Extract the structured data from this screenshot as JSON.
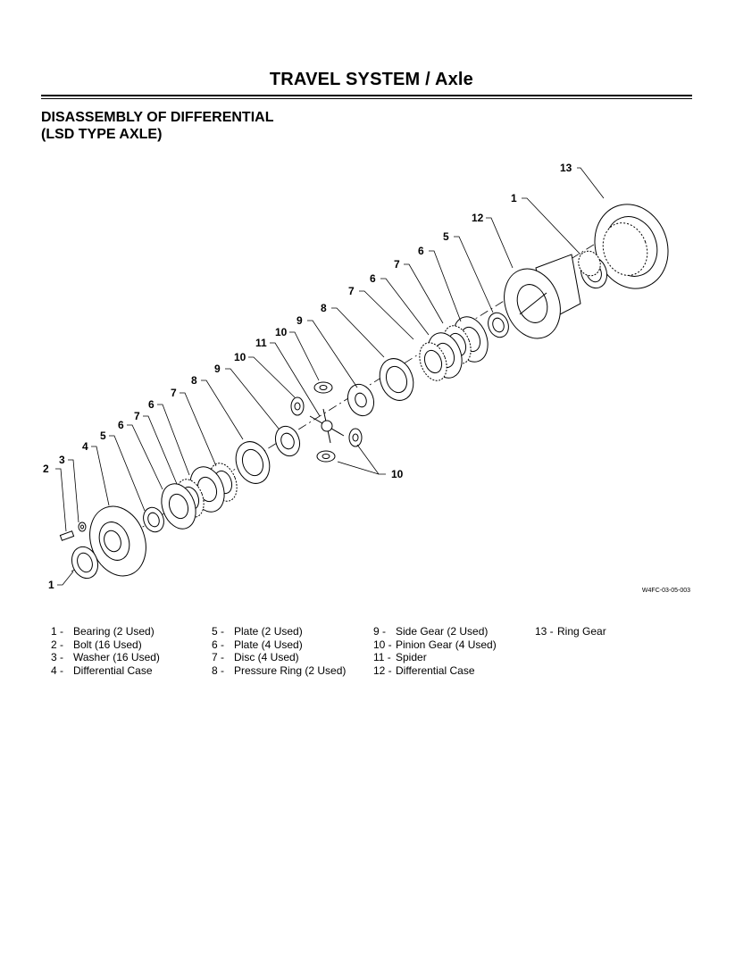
{
  "header": {
    "title": "TRAVEL SYSTEM / Axle"
  },
  "section": {
    "title_line1": "DISASSEMBLY OF DIFFERENTIAL",
    "title_line2": "(LSD TYPE AXLE)"
  },
  "figure": {
    "code": "W4FC-03-05-003",
    "callouts": {
      "c13": "13",
      "c1top": "1",
      "c12": "12",
      "c5top": "5",
      "c6top": "6",
      "c7top": "7",
      "c6b": "6",
      "c7b": "7",
      "c8top": "8",
      "c9top": "9",
      "c10a": "10",
      "c11": "11",
      "c10b": "10",
      "c9b": "9",
      "c8b": "8",
      "c7c": "7",
      "c6c": "6",
      "c7d": "7",
      "c6d": "6",
      "c5b": "5",
      "c4": "4",
      "c3": "3",
      "c2": "2",
      "c1b": "1",
      "c10c": "10"
    }
  },
  "legend": {
    "col1": [
      {
        "num": "1 -",
        "text": "Bearing (2 Used)"
      },
      {
        "num": "2 -",
        "text": "Bolt (16 Used)"
      },
      {
        "num": "3 -",
        "text": "Washer (16 Used)"
      },
      {
        "num": "4 -",
        "text": "Differential Case"
      }
    ],
    "col2": [
      {
        "num": "5 -",
        "text": "Plate (2 Used)"
      },
      {
        "num": "6 -",
        "text": "Plate (4 Used)"
      },
      {
        "num": "7 -",
        "text": "Disc (4 Used)"
      },
      {
        "num": "8 -",
        "text": "Pressure Ring (2 Used)"
      }
    ],
    "col3": [
      {
        "num": "9 -",
        "text": "Side Gear (2 Used)"
      },
      {
        "num": "10 -",
        "text": "Pinion Gear (4 Used)"
      },
      {
        "num": "11 -",
        "text": "Spider"
      },
      {
        "num": "12 -",
        "text": "Differential Case"
      }
    ],
    "col4": [
      {
        "num": "13 -",
        "text": "Ring Gear"
      }
    ]
  }
}
